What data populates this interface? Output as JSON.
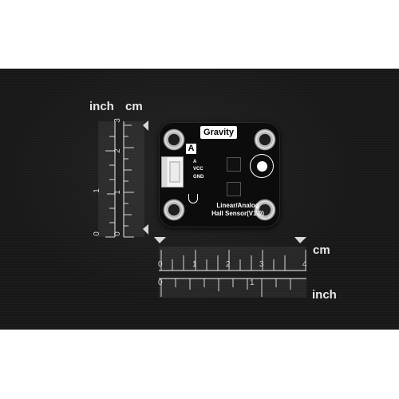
{
  "photo": {
    "ruler_labels": {
      "inch_top": "inch",
      "cm_top": "cm",
      "cm_right": "cm",
      "inch_bottom": "inch"
    },
    "vertical_inch_ticks": [
      "1",
      "0"
    ],
    "vertical_cm_ticks": [
      "3",
      "2",
      "1",
      "0"
    ],
    "horizontal_cm_ticks": [
      "0",
      "1",
      "2",
      "3",
      "4"
    ],
    "horizontal_inch_ticks": [
      "0",
      "1"
    ],
    "board": {
      "brand": "Gravity",
      "badge": "A",
      "pin_labels": [
        "A",
        "VCC",
        "GND"
      ],
      "title_line_1": "Linear/Analog",
      "title_line_2": "Hall Sensor(V1.0)"
    }
  }
}
